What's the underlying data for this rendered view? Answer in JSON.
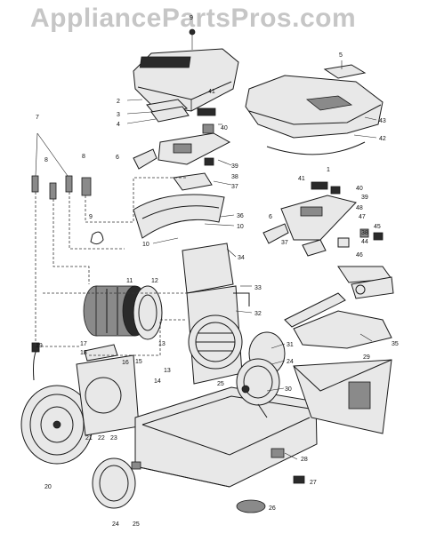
{
  "watermark": "AppliancePartsPros.com",
  "callouts": [
    "1",
    "2",
    "3",
    "4",
    "5",
    "6",
    "7",
    "8",
    "9",
    "10",
    "11",
    "12",
    "13",
    "14",
    "15",
    "16",
    "17",
    "18",
    "19",
    "20",
    "21",
    "22",
    "23",
    "24",
    "25",
    "26",
    "27",
    "28",
    "29",
    "30",
    "31",
    "32",
    "33",
    "34",
    "35",
    "36",
    "37",
    "38",
    "39",
    "40",
    "41",
    "42",
    "43",
    "44",
    "45",
    "46",
    "47",
    "48"
  ]
}
